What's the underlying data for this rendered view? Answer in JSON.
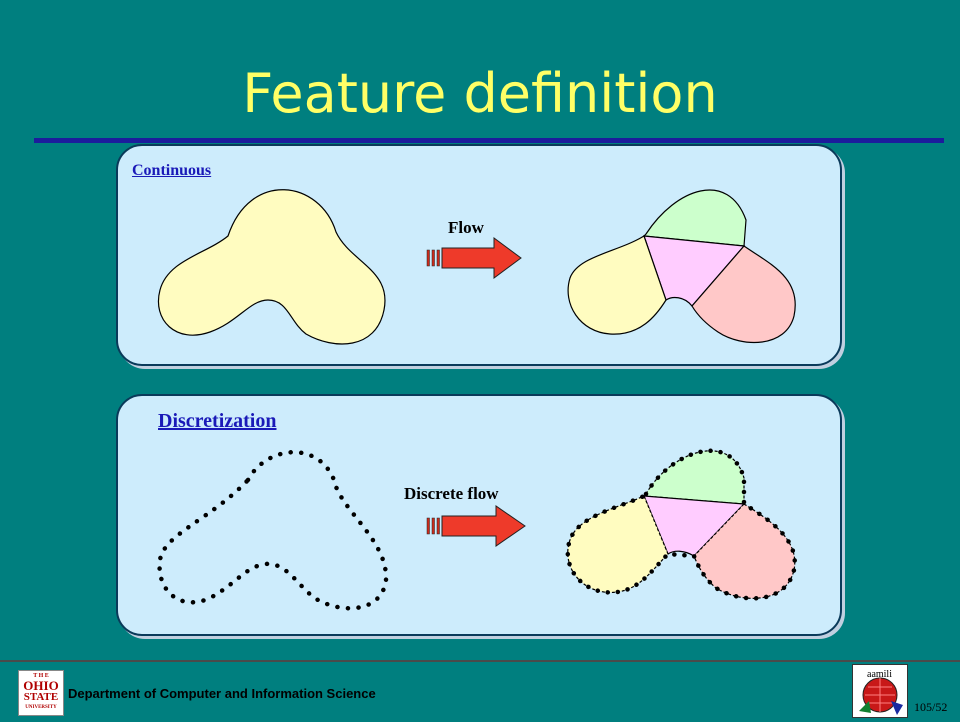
{
  "slide": {
    "title": "Feature definition",
    "panel_top_label": "Continuous",
    "panel_bottom_label": "Discretization",
    "arrow_top_label": "Flow",
    "arrow_bottom_label": "Discrete flow",
    "colors": {
      "background": "#007f7f",
      "title": "#ffff66",
      "panel": "#cdecfc",
      "shape_fill": "#fffcc0",
      "region_green": "#ccffcc",
      "region_pink": "#ffccff",
      "region_salmon": "#ffc8c8",
      "arrow": "#ee3a2a"
    }
  },
  "footer": {
    "department": "Department of Computer and Information Science",
    "page_number": "105/52",
    "logo_left_text": [
      "T H E",
      "OHIO",
      "STATE",
      "UNIVERSITY"
    ],
    "logo_right_text": "aamili"
  }
}
